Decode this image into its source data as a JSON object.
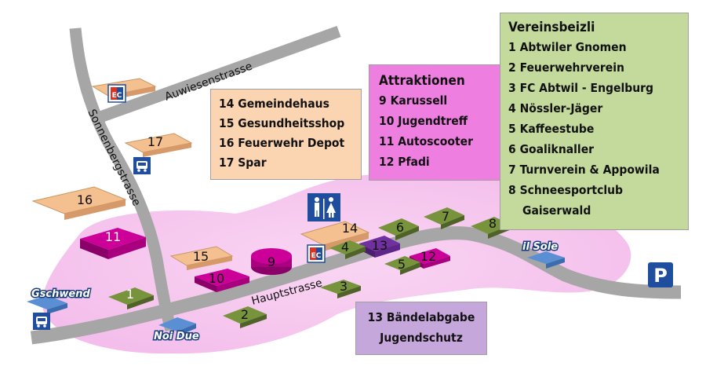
{
  "streets": {
    "auwiesen": "Auwiesenstrasse",
    "sonnenberg": "Sonnenbergstrasse",
    "haupt": "Hauptstrasse"
  },
  "places": {
    "gschwend": "Gschwend",
    "noi_due": "Noi Due",
    "il_sole": "il Sole"
  },
  "markers": {
    "b1": "1",
    "b2": "2",
    "b3": "3",
    "b4": "4",
    "b5": "5",
    "b6": "6",
    "b7": "7",
    "b8": "8",
    "b9": "9",
    "b10": "10",
    "b11": "11",
    "b12": "12",
    "b13": "13",
    "b14": "14",
    "b15": "15",
    "b16": "16",
    "b17": "17"
  },
  "legend_vereinsbeizli": {
    "title": "Vereinsbeizli",
    "items": [
      {
        "num": "1",
        "name": "Abtwiler Gnomen"
      },
      {
        "num": "2",
        "name": "Feuerwehrverein"
      },
      {
        "num": "3",
        "name": "FC Abtwil - Engelburg"
      },
      {
        "num": "4",
        "name": "Nössler-Jäger"
      },
      {
        "num": "5",
        "name": "Kaffeestube"
      },
      {
        "num": "6",
        "name": "Goaliknaller"
      },
      {
        "num": "7",
        "name": "Turnverein & Appowila"
      },
      {
        "num": "8",
        "name": "Schneesportclub"
      }
    ],
    "continuation": "Gaiserwald"
  },
  "legend_attraktionen": {
    "title": "Attraktionen",
    "items": [
      {
        "num": "9",
        "name": "Karussell"
      },
      {
        "num": "10",
        "name": "Jugendtreff"
      },
      {
        "num": "11",
        "name": "Autoscooter"
      },
      {
        "num": "12",
        "name": "Pfadi"
      }
    ]
  },
  "legend_other": {
    "items": [
      {
        "num": "14",
        "name": "Gemeindehaus"
      },
      {
        "num": "15",
        "name": "Gesundheitsshop"
      },
      {
        "num": "16",
        "name": "Feuerwehr Depot"
      },
      {
        "num": "17",
        "name": "Spar"
      }
    ]
  },
  "legend_13": {
    "line1": "13 Bändelabgabe",
    "line2": "Jugendschutz"
  },
  "icons": {
    "parking_label": "P",
    "atm_label": "EC",
    "parking": "parking-icon",
    "atm": "atm-icon",
    "bus": "bus-stop-icon",
    "toilet": "toilet-icon"
  },
  "colors": {
    "festival_area": "#f6c8ee",
    "road": "#a6a6a6",
    "verein_green": "#77933c",
    "attraction_magenta": "#cc0099",
    "building_orange": "#f5c08f",
    "restaurant_blue": "#5b8fd3",
    "icon_blue": "#1f4e9e"
  }
}
